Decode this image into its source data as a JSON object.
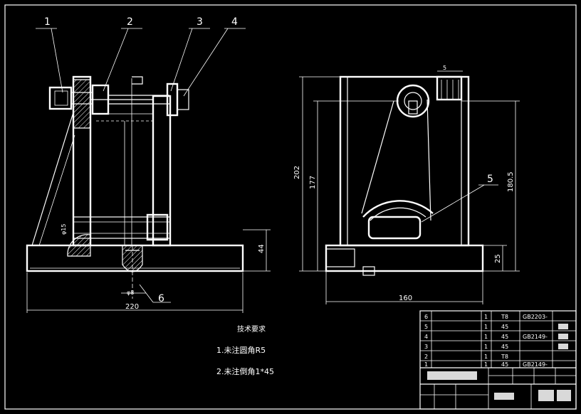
{
  "balloons": [
    "1",
    "2",
    "3",
    "4",
    "5",
    "6"
  ],
  "dims": {
    "d220": "220",
    "d44": "44",
    "d160": "160",
    "d202": "202",
    "d177": "177",
    "d180_5": "180.5",
    "d25": "25"
  },
  "notes": {
    "title": "技术要求",
    "line1": "1.未注圆角R5",
    "line2": "2.未注倒角1*45"
  },
  "bom": [
    {
      "no": "6",
      "qty": "1",
      "mat": "T8",
      "std": "GB2203-"
    },
    {
      "no": "5",
      "qty": "1",
      "mat": "45",
      "std": ""
    },
    {
      "no": "4",
      "qty": "1",
      "mat": "45",
      "std": "GB2149-"
    },
    {
      "no": "3",
      "qty": "1",
      "mat": "45",
      "std": ""
    },
    {
      "no": "2",
      "qty": "1",
      "mat": "T8",
      "std": ""
    },
    {
      "no": "1",
      "qty": "1",
      "mat": "45",
      "std": "GB2149-"
    }
  ]
}
